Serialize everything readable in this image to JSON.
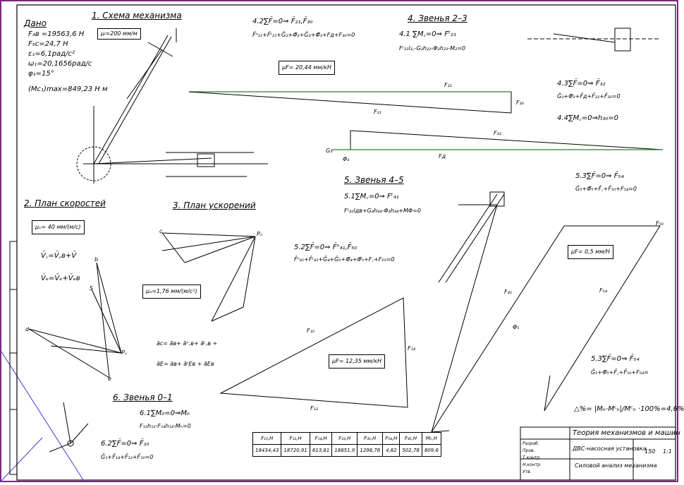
{
  "sections": {
    "scheme": "1. Схема механизма",
    "velocity_plan": "2. План скоростей",
    "accel_plan": "3. План ускорений",
    "links_23": "4. Звенья 2–3",
    "links_45": "5. Звенья 4–5",
    "links_01": "6. Звенья 0–1"
  },
  "given": {
    "title": "Дано",
    "lines": [
      "F₃в =19563,6 Н",
      "F₅c=24,7 Н",
      "ε₁=6,1рад/с²",
      "ω₁=20,1656рад/с",
      "φ₁=15°",
      "(Mc₁)max=849,23 Н м"
    ]
  },
  "scales": {
    "mu_l": "μₗ=200 мм/м",
    "mu_v": "μᵥ= 40 мм/(м/с)",
    "mu_a": "μₐ=1,76 мм/(м/с²)",
    "mu_f1": "μF= 20,44 мм/кН",
    "mu_f2": "μF= 12,35 мм/кН",
    "mu_f3": "μF= 0,5 мм/Н"
  },
  "equations": {
    "eq42": "4.2∑F̄=0⇒ F̄₂₁,F̄₃₀",
    "eq42b": "F̄ⁿ₂₁+F̄ᵗ₂₁+Ḡ₂+Φ̄₂+Ḡ₃+Φ̄₃+Fд+F₃₀=0",
    "eq41": "4.1 ∑M꜀=0⇒ Fᵗ₂₁",
    "eq41b": "Fᵗ₂₁l₃꜀-G₂h₂₂-Φ₂h₂₃-M₂=0",
    "eq43": "4.3∑F̄=0⇒ F̄₃₂",
    "eq43b": "Ḡ₃+Φ̄₃+F̄д+F̄₃₂+F̄₃₀=0",
    "eq44": "4.4∑M꜀=0⇒h₃₀=0",
    "eq51": "5.1∑M꜀=0⇒ Fᵗ₄₁",
    "eq51b": "Fᵗ₄₁lдв+G₄h₄₄-Φ₄h₄₄+MΦ=0",
    "eq52": "5.2∑F̄=0⇒ F̄ⁿ₄₁,F̄₅₀",
    "eq52b": "F̄ⁿ₄₁+F̄ᵗ₄₁+Ḡ₄+Ḡ₅+Φ̄₄+Φ̄₅+F꜀+F₅₀=0",
    "eq53a": "5.3∑F̄=0⇒ F̄₅₄",
    "eq53ab": "Ḡ₅+Φ̄₅+F̄꜀+F̄₅₀+F₅₄=0",
    "eq53b": "5.3∑F̄=0⇒ F̄₅₄",
    "eq53bb": "Ḡ₅+Φ̄₅+F̄꜀+F̄₅₀+F₅₄=",
    "eq61": "6.1∑M₀=0⇒Mₕ",
    "eq61b": "F₁₂h₁₂-F₁₄h₁₄-Mₕ=0",
    "eq62": "6.2∑F̄=0⇒ F̄₁₀",
    "eq62b": "Ḡ₁+F̄₁₄+F̄₁₂+F̄₁₀=0",
    "vel1": "V̄꜀=V̄꜀в+V̄",
    "vel2": "V̄ₑ=V̄ₑ+V̄ₑв",
    "acc1": "āc= āв+ āⁿ꜀в+ āᵗ꜀в +",
    "acc2": "āE= āв+ āᵗEв + āEв",
    "error": "△%= |Mₕ-Mᶜₕ|/Mᶜₕ ·100%=4,6%"
  },
  "result_table": {
    "headers": [
      "F₁₀,Н",
      "F₁₂,Н",
      "F₁₄,Н",
      "F₂₃,Н",
      "F₃₀,Н",
      "F₅₄,Н",
      "F₄₅,Н",
      "Mₕ,Н"
    ],
    "values": [
      "18434,43",
      "18720,91",
      "613,81",
      "18851,9",
      "1298,76",
      "4,82",
      "502,78",
      "809,6"
    ]
  },
  "title_block": {
    "title": "Теория механизмов и машин",
    "subtitle": "ДВС-насосная установка",
    "sheet_label": "Силовой анализ механизма",
    "sheet_no": "150",
    "scale": "1:1",
    "roles": [
      "Разраб.",
      "Пров.",
      "Т.контр.",
      "Н.контр.",
      "Утв."
    ]
  },
  "labels": {
    "f21t": "F₂₁",
    "f21": "F₂₁",
    "f32": "F₃₂",
    "fd": "Fд",
    "f30": "F₃₀",
    "g3": "G₃",
    "phi3": "Φ₃",
    "f10": "F₁₀",
    "f12": "F₁₂",
    "f14": "F₁₄",
    "f54": "F₅₄",
    "f50": "F₅₀",
    "f41": "F₄₁",
    "phi5": "Φ₅",
    "pv": "Pᵥ",
    "pa": "Pₐ",
    "b": "b",
    "c": "c",
    "d": "d",
    "e": "e",
    "s": "S"
  },
  "colors": {
    "line": "#000000",
    "force_green": "#2e7d32",
    "frame_blue": "#3b3bd8",
    "title_red": "#cc0000",
    "border_purple": "#7a2a7a"
  }
}
